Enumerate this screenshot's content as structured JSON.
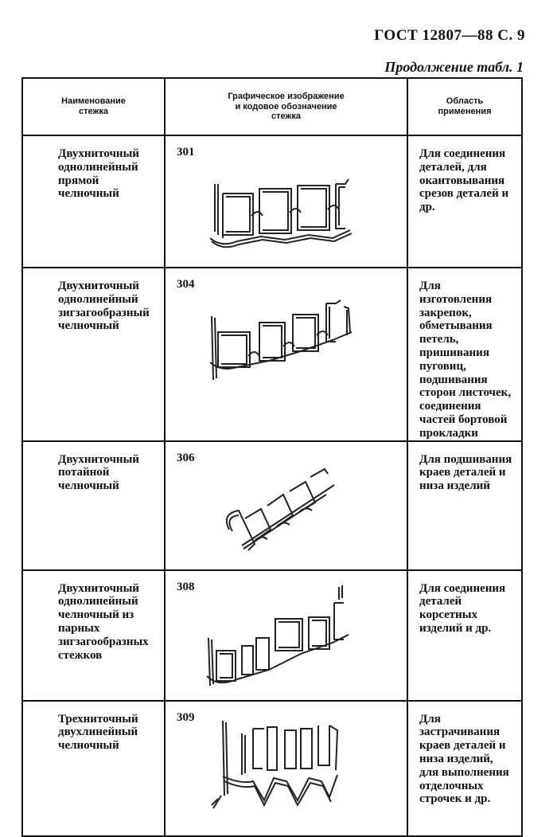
{
  "header": {
    "standard": "ГОСТ 12807—88 С. 9"
  },
  "continuation": "Продолжение табл. 1",
  "columns": {
    "name": [
      "Наименование",
      "стежка"
    ],
    "image": [
      "Графическое изображение",
      "и кодовое обозначение",
      "стежка"
    ],
    "area": [
      "Область",
      "применения"
    ]
  },
  "rows": [
    {
      "name": "Двухниточный однолинейный прямой челночный",
      "code": "301",
      "usage": "Для соединения деталей, для окантовывания срезов деталей и др."
    },
    {
      "name": "Двухниточный однолинейный зигзагообразный челночный",
      "code": "304",
      "usage": "Для изготовления закрепок, обметывания петель, пришивания пуговиц, подшивания сторон листочек, соединения частей бортовой прокладки"
    },
    {
      "name": "Двухниточный потайной челночный",
      "code": "306",
      "usage": "Для подшивания краев деталей и низа изделий"
    },
    {
      "name": "Двухниточный однолинейный челночный из парных зигзагообразных стежков",
      "code": "308",
      "usage": "Для соединения деталей корсетных изделий и др."
    },
    {
      "name": "Трехниточный двухлинейный челночный",
      "code": "309",
      "usage": "Для застрачивания краев деталей и низа изделий, для выполнения отделочных строчек и др."
    }
  ]
}
